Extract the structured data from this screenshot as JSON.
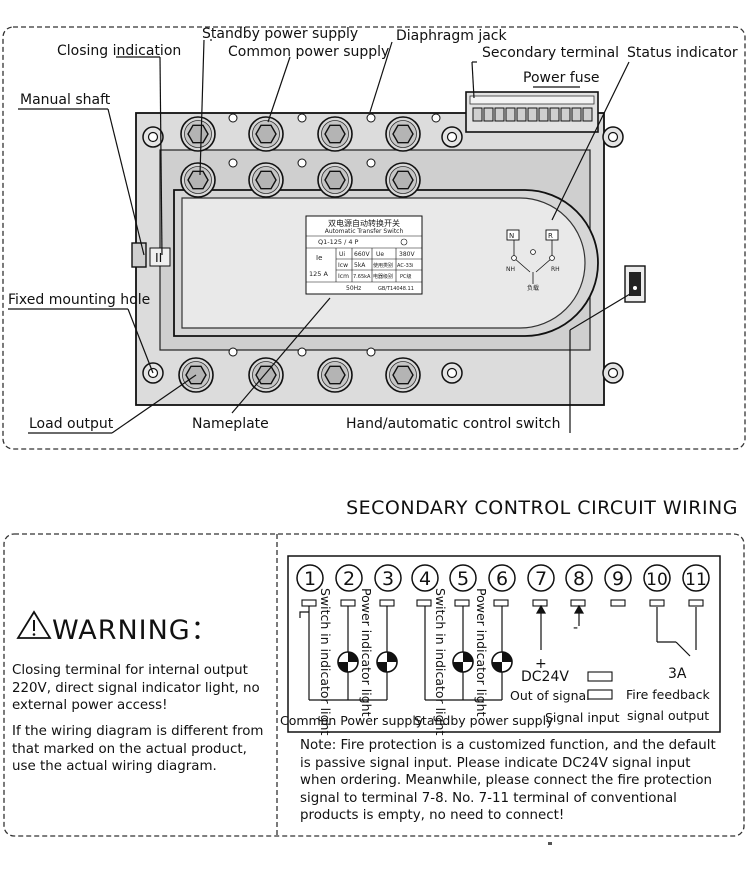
{
  "top_labels": {
    "closing_indication": "Closing indication",
    "standby_power_supply": "Standby power supply",
    "common_power_supply": "Common power supply",
    "diaphragm_jack": "Diaphragm jack",
    "secondary_terminal": "Secondary terminal",
    "status_indicator": "Status indicator",
    "power_fuse": "Power fuse",
    "manual_shaft": "Manual shaft",
    "fixed_mounting_hole": "Fixed mounting hole",
    "load_output": "Load output",
    "nameplate": "Nameplate",
    "hand_auto_switch": "Hand/automatic control switch"
  },
  "device": {
    "indicator_roman": "II",
    "nameplate": {
      "title_cn": "双电源自动转换开关",
      "title_en": "Automatic Transfer Switch",
      "model": "Q1-125 / 4 P",
      "ie_label": "Ie",
      "ie_value": "125 A",
      "ui_label": "Ui",
      "ui_value": "660V",
      "ue_label": "Ue",
      "ue_value": "380V",
      "icw_label": "Icw",
      "icw_value": "5kA",
      "use_cat_label": "使用类别",
      "use_cat_value": "AC-33i",
      "icm_label": "Icm",
      "icm_value": "7.65kA",
      "ctrl_label": "电器级别",
      "ctrl_value": "PC级",
      "freq": "50Hz",
      "standard": "GB/T14048.11"
    },
    "status_panel": {
      "n_label": "N",
      "r_label": "R",
      "nh_label": "NH",
      "rh_label": "RH",
      "load_label": "负载"
    }
  },
  "wiring": {
    "section_title": "SECONDARY CONTROL CIRCUIT WIRING",
    "warning_title": "WARNING：",
    "warning_text_1": "Closing terminal for internal output 220V, direct signal indicator light, no external power access!",
    "warning_text_2": "If the wiring diagram is different from that marked on the actual product, use the actual wiring diagram.",
    "terminals": [
      "1",
      "2",
      "3",
      "4",
      "5",
      "6",
      "7",
      "8",
      "9",
      "10",
      "11"
    ],
    "vert_labels": {
      "switch_in_indicator_light": "Switch in indicator light",
      "power_indicator_light": "Power indicator light"
    },
    "plus_sign": "+",
    "minus_sign": "-",
    "dc24v": "DC24V",
    "out_of_signal": "Out of signal",
    "fire_3a": "3A",
    "fire_feedback": "Fire feedback",
    "signal_output": "signal output",
    "common_power_supply": "Common Power supply",
    "standby_power_supply": "Standby power supply",
    "signal_input": "Signal input",
    "note": "Note: Fire protection is a customized function, and the default is passive signal input. Please indicate DC24V signal input when ordering. Meanwhile, please connect the fire protection signal to terminal 7-8. No. 7-11 terminal of conventional products is empty, no need to connect!"
  }
}
